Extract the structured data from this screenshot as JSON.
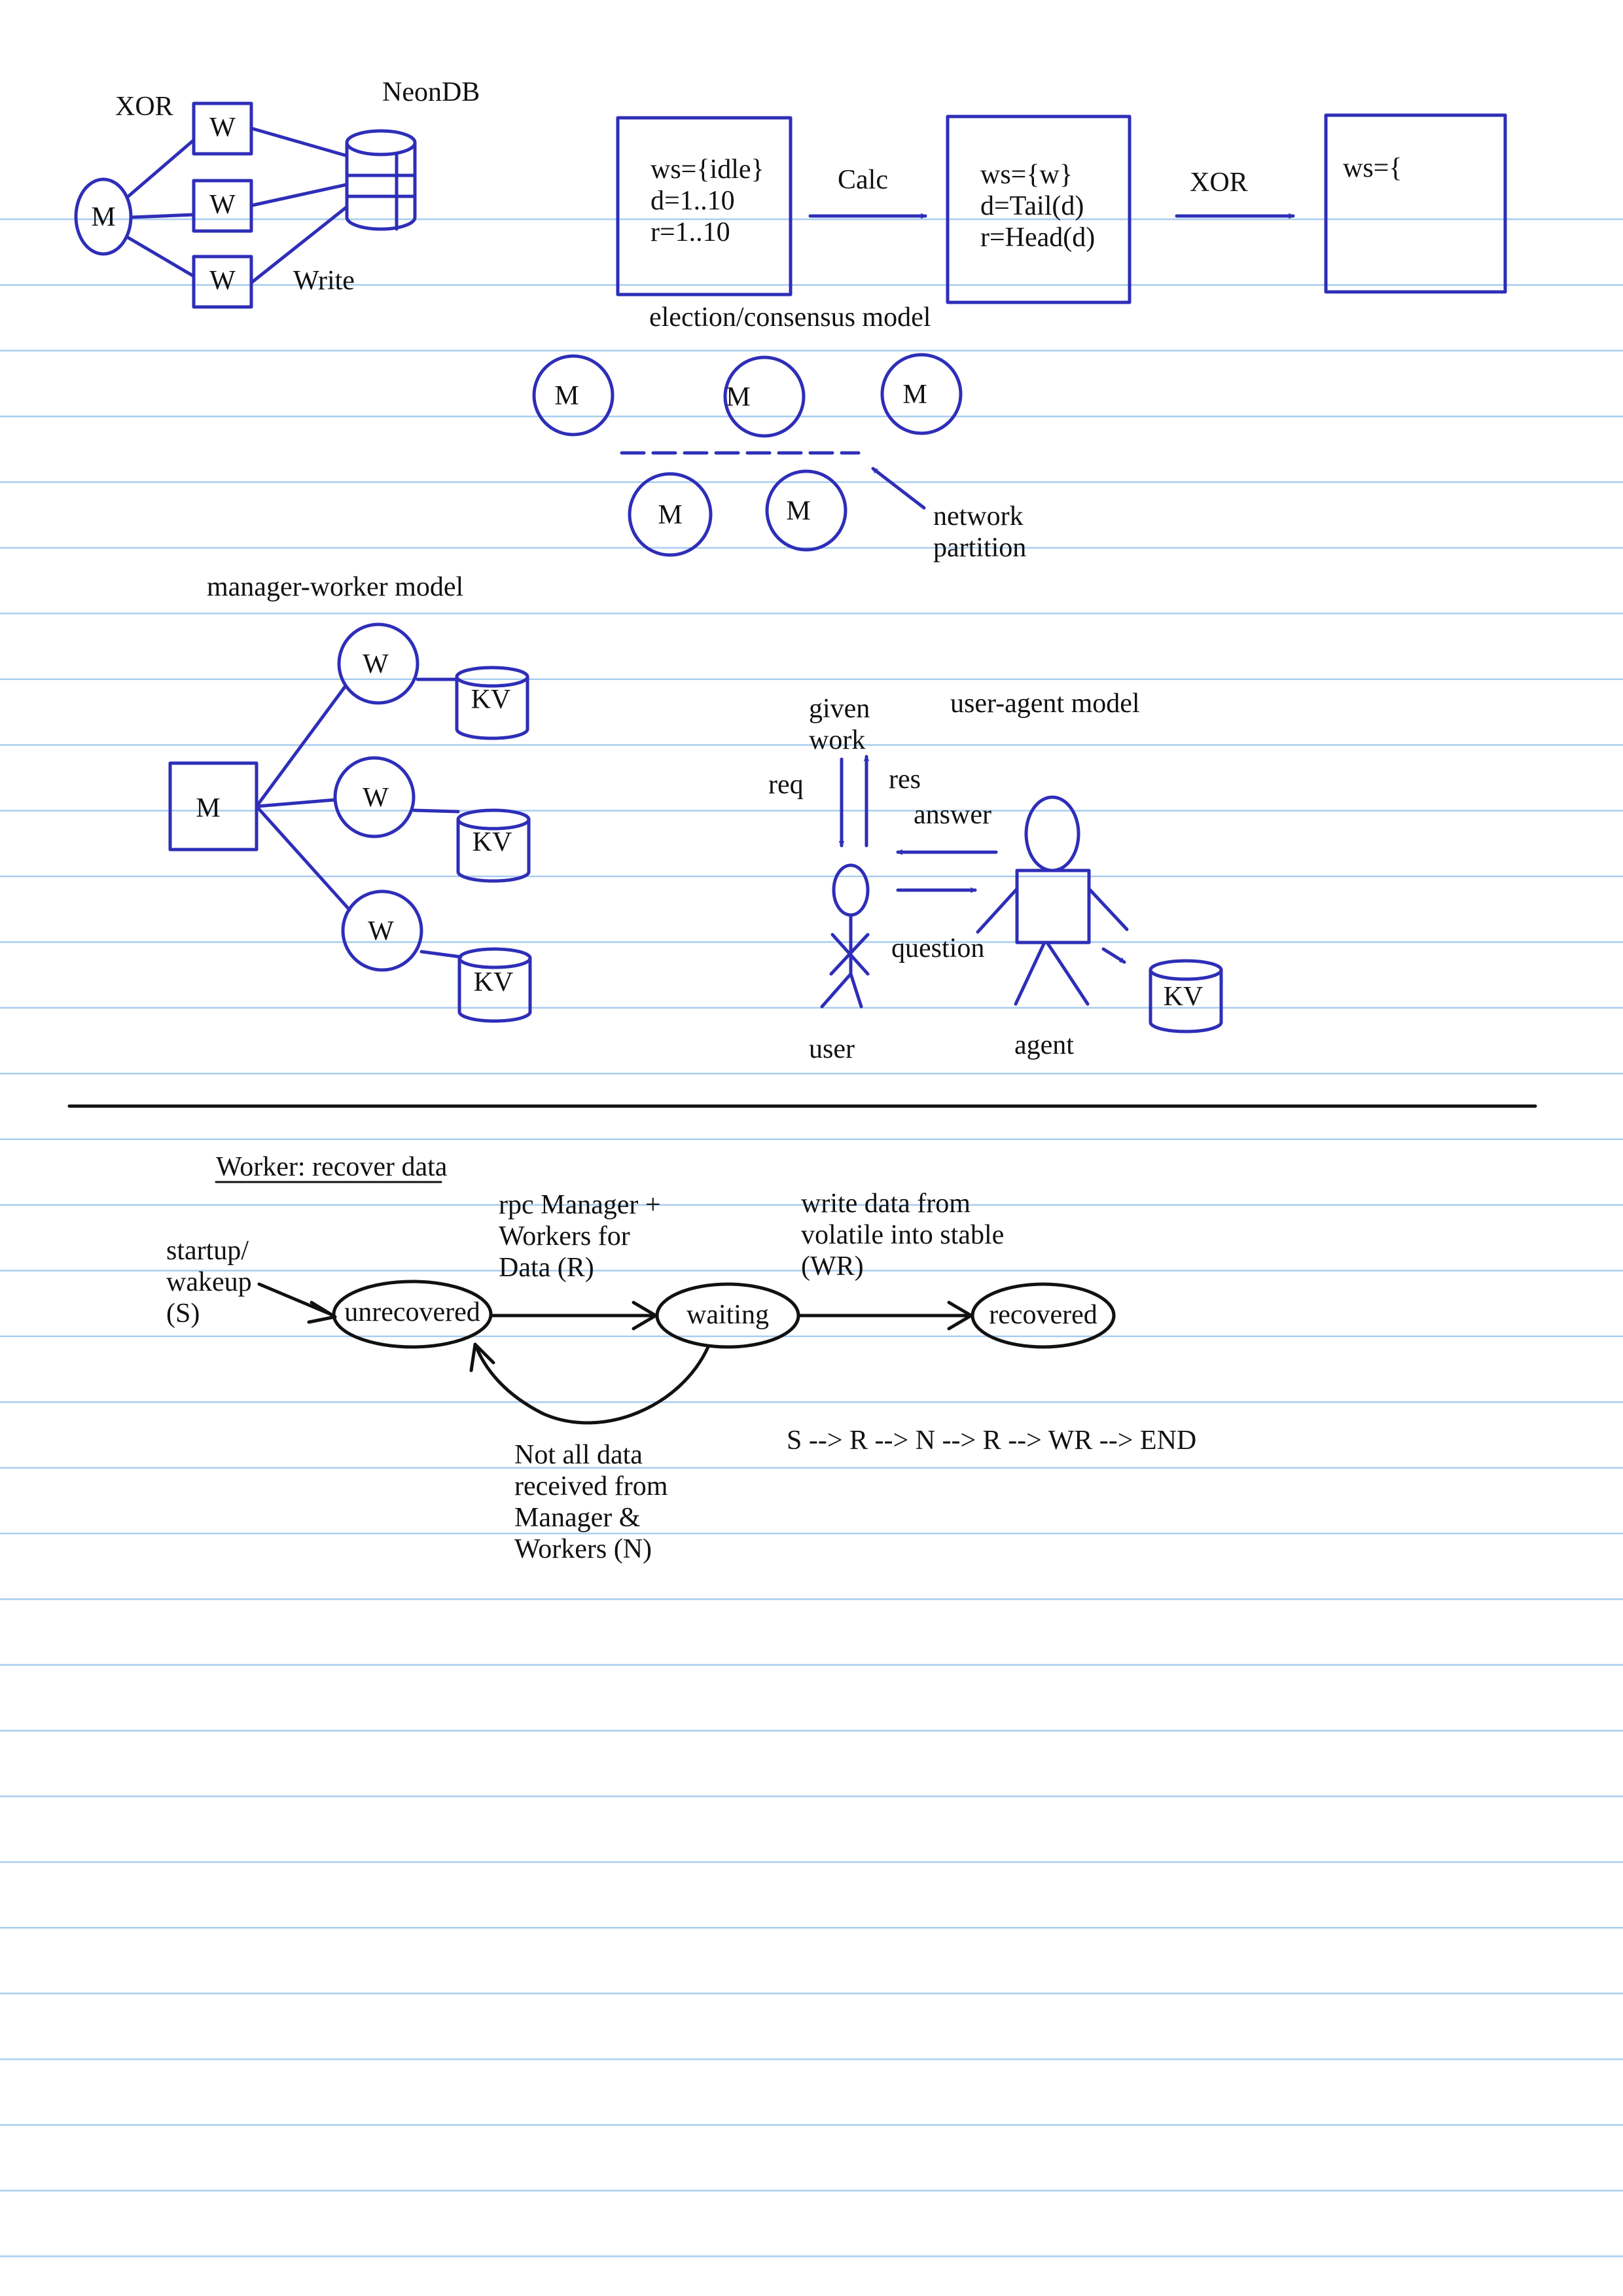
{
  "colors": {
    "ink": "#2e2eb8",
    "black_ink": "#111111",
    "ruling": "#a9cdef",
    "paper": "#ffffff"
  },
  "neondb_sketch": {
    "xor_label": "XOR",
    "neondb_label": "NeonDB",
    "manager_label": "M",
    "worker_labels": [
      "W",
      "W",
      "W"
    ],
    "write_label": "Write"
  },
  "state_boxes": {
    "box1": [
      "ws={idle}",
      "d=1..10",
      "r=1..10"
    ],
    "calc_label": "Calc",
    "box2": [
      "ws={w}",
      "d=Tail(d)",
      "r=Head(d)"
    ],
    "xor_label": "XOR",
    "box3": [
      "ws={"
    ]
  },
  "election": {
    "title": "election/consensus model",
    "nodes": [
      "M",
      "M",
      "M",
      "M",
      "M"
    ],
    "partition_label": [
      "network",
      "partition"
    ]
  },
  "manager_worker": {
    "title": "manager-worker model",
    "manager_label": "M",
    "workers": [
      "W",
      "W",
      "W"
    ],
    "stores": [
      "KV",
      "KV",
      "KV"
    ]
  },
  "user_agent": {
    "title": "user-agent model",
    "given_work": [
      "given",
      "work"
    ],
    "req_label": "req",
    "res_label": "res",
    "answer_label": "answer",
    "question_label": "question",
    "user_label": "user",
    "agent_label": "agent",
    "store_label": "KV"
  },
  "recovery": {
    "heading": "Worker: recover data",
    "startup_label": [
      "startup/",
      "wakeup",
      "(S)"
    ],
    "rpc_label": [
      "rpc Manager +",
      "Workers for",
      "Data (R)"
    ],
    "write_label": [
      "write data from",
      "volatile into stable",
      "(WR)"
    ],
    "states": [
      "unrecovered",
      "waiting",
      "recovered"
    ],
    "not_all_label": [
      "Not all data",
      "received from",
      "Manager &",
      "Workers (N)"
    ],
    "sequence": "S --> R --> N --> R --> WR --> END"
  }
}
